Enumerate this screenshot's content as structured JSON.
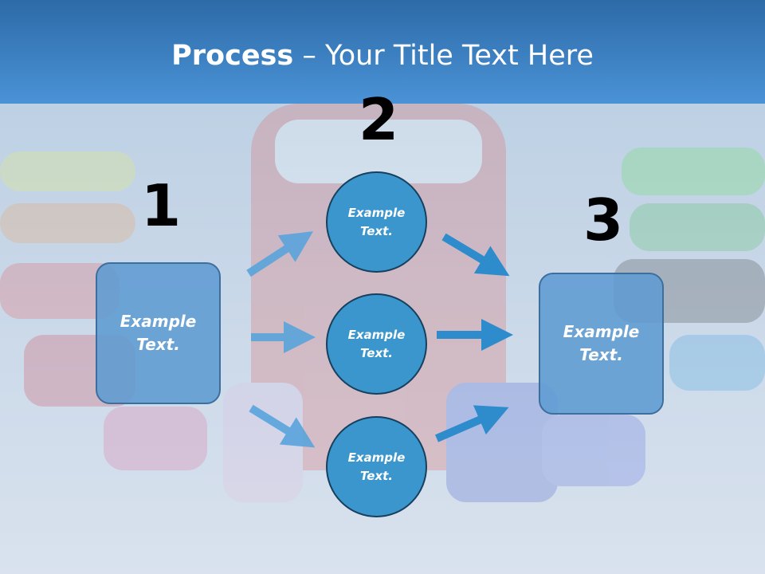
{
  "slide": {
    "title_bold": "Process",
    "title_dash": " – ",
    "title_rest": "Your Title Text Here"
  },
  "steps": [
    {
      "number": "1",
      "text": "Example Text."
    },
    {
      "number": "2",
      "text": "Example Text."
    },
    {
      "number": "3",
      "text": "Example Text."
    }
  ],
  "circles": [
    {
      "text": "Example Text."
    },
    {
      "text": "Example Text."
    },
    {
      "text": "Example Text."
    }
  ],
  "colors": {
    "header_blue": "#3a7fc0",
    "circle_fill": "#3a96cc",
    "box_fill": "#5f9bd2",
    "arrow_blue": "#2f8ccc"
  }
}
